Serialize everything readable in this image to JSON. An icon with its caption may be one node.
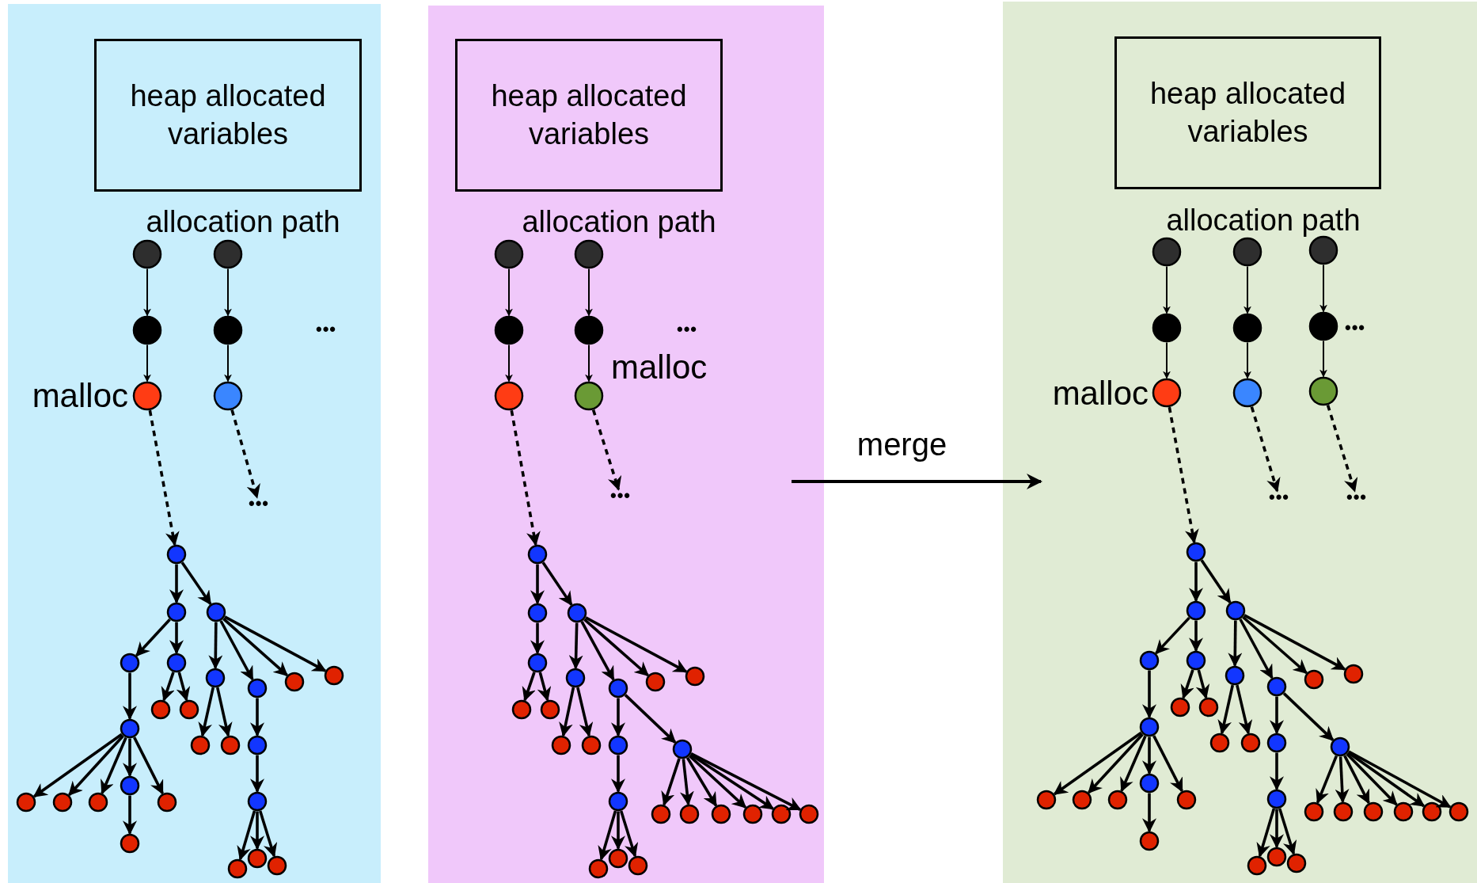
{
  "diagram": {
    "nodes": [
      {
        "text": [],
        "shape": "box"
      },
      {
        "text": [
          "heap allocated variables"
        ],
        "in": 0
      },
      {
        "text": [],
        "shape": "circle",
        "in": 0
      },
      {
        "text": [],
        "shape": "circle",
        "in": 0
      },
      {
        "text": [],
        "shape": "circle",
        "in": 0
      },
      {
        "text": [],
        "shape": "circle",
        "in": 0
      },
      {
        "text": [],
        "shape": "circle",
        "in": 0,
        "beside": [
          "malloc"
        ]
      },
      {
        "text": [],
        "shape": "circle",
        "in": 0
      },
      {
        "text": [
          "•••"
        ],
        "in": 0
      },
      {
        "text": [],
        "shape": "circle",
        "in": 0
      },
      {
        "text": [],
        "shape": "circle",
        "in": 0
      },
      {
        "text": [],
        "shape": "circle",
        "in": 0
      },
      {
        "text": [],
        "shape": "circle",
        "in": 0
      },
      {
        "text": [],
        "shape": "circle",
        "in": 0
      },
      {
        "text": [],
        "shape": "circle",
        "in": 0
      },
      {
        "text": [],
        "shape": "circle",
        "in": 0
      },
      {
        "text": [],
        "shape": "circle",
        "in": 0
      },
      {
        "text": [],
        "shape": "circle",
        "in": 0
      },
      {
        "text": [],
        "shape": "circle",
        "in": 0
      },
      {
        "text": [],
        "shape": "circle",
        "in": 0
      },
      {
        "text": [],
        "shape": "circle",
        "in": 0
      },
      {
        "text": [],
        "shape": "circle",
        "in": 0
      },
      {
        "text": [],
        "shape": "circle",
        "in": 0
      },
      {
        "text": [],
        "shape": "circle",
        "in": 0
      },
      {
        "text": [],
        "shape": "circle",
        "in": 0
      },
      {
        "text": [],
        "shape": "circle",
        "in": 0
      },
      {
        "text": [],
        "shape": "circle",
        "in": 0
      },
      {
        "text": [],
        "shape": "circle",
        "in": 0
      },
      {
        "text": [],
        "shape": "circle",
        "in": 0
      },
      {
        "text": [],
        "shape": "circle",
        "in": 0
      },
      {
        "text": [],
        "shape": "circle",
        "in": 0
      },
      {
        "text": [],
        "shape": "circle",
        "in": 0
      },
      {
        "text": [],
        "shape": "circle",
        "in": 0
      },
      {
        "text": [],
        "shape": "circle",
        "in": 0
      },
      {
        "text": [],
        "shape": "box"
      },
      {
        "text": [
          "heap allocated variables"
        ],
        "in": 34
      },
      {
        "text": [],
        "shape": "circle",
        "in": 34
      },
      {
        "text": [],
        "shape": "circle",
        "in": 34
      },
      {
        "text": [],
        "shape": "circle",
        "in": 34
      },
      {
        "text": [],
        "shape": "circle",
        "in": 34
      },
      {
        "text": [],
        "shape": "circle",
        "in": 34
      },
      {
        "text": [],
        "shape": "circle",
        "in": 34,
        "beside": [
          "malloc"
        ]
      },
      {
        "text": [
          "•••"
        ],
        "in": 34
      },
      {
        "text": [],
        "shape": "circle",
        "in": 34
      },
      {
        "text": [],
        "shape": "circle",
        "in": 34
      },
      {
        "text": [],
        "shape": "circle",
        "in": 34
      },
      {
        "text": [],
        "shape": "circle",
        "in": 34
      },
      {
        "text": [],
        "shape": "circle",
        "in": 34
      },
      {
        "text": [],
        "shape": "circle",
        "in": 34
      },
      {
        "text": [],
        "shape": "circle",
        "in": 34
      },
      {
        "text": [],
        "shape": "circle",
        "in": 34
      },
      {
        "text": [],
        "shape": "circle",
        "in": 34
      },
      {
        "text": [],
        "shape": "circle",
        "in": 34
      },
      {
        "text": [],
        "shape": "circle",
        "in": 34
      },
      {
        "text": [],
        "shape": "circle",
        "in": 34
      },
      {
        "text": [],
        "shape": "circle",
        "in": 34
      },
      {
        "text": [],
        "shape": "circle",
        "in": 34
      },
      {
        "text": [],
        "shape": "circle",
        "in": 34
      },
      {
        "text": [],
        "shape": "circle",
        "in": 34
      },
      {
        "text": [],
        "shape": "circle",
        "in": 34
      },
      {
        "text": [],
        "shape": "circle",
        "in": 34
      },
      {
        "text": [],
        "shape": "circle",
        "in": 34
      },
      {
        "text": [],
        "shape": "circle",
        "in": 34
      },
      {
        "text": [],
        "shape": "circle",
        "in": 34
      },
      {
        "text": [],
        "shape": "circle",
        "in": 34
      },
      {
        "text": [],
        "shape": "circle",
        "in": 34
      },
      {
        "text": [],
        "shape": "circle",
        "in": 34
      },
      {
        "text": [],
        "shape": "box"
      },
      {
        "text": [
          "heap allocated variables"
        ],
        "in": 67
      },
      {
        "text": [],
        "shape": "circle",
        "in": 67
      },
      {
        "text": [],
        "shape": "circle",
        "in": 67
      },
      {
        "text": [],
        "shape": "circle",
        "in": 67
      },
      {
        "text": [],
        "shape": "circle",
        "in": 67
      },
      {
        "text": [],
        "shape": "circle",
        "in": 67
      },
      {
        "text": [],
        "shape": "circle",
        "in": 67
      },
      {
        "text": [],
        "shape": "circle",
        "in": 67,
        "beside": [
          "malloc"
        ]
      },
      {
        "text": [],
        "shape": "circle",
        "in": 67
      },
      {
        "text": [],
        "shape": "circle",
        "in": 67
      },
      {
        "text": [
          "•••"
        ],
        "in": 67
      },
      {
        "text": [
          "•••"
        ],
        "in": 67
      },
      {
        "text": [],
        "shape": "circle",
        "in": 67
      },
      {
        "text": [],
        "shape": "circle",
        "in": 67
      },
      {
        "text": [],
        "shape": "circle",
        "in": 67
      },
      {
        "text": [],
        "shape": "circle",
        "in": 67
      },
      {
        "text": [],
        "shape": "circle",
        "in": 67
      },
      {
        "text": [],
        "shape": "circle",
        "in": 67
      },
      {
        "text": [],
        "shape": "circle",
        "in": 67
      },
      {
        "text": [],
        "shape": "circle",
        "in": 67
      },
      {
        "text": [],
        "shape": "circle",
        "in": 67
      },
      {
        "text": [],
        "shape": "circle",
        "in": 67
      },
      {
        "text": [],
        "shape": "circle",
        "in": 67
      },
      {
        "text": [],
        "shape": "circle",
        "in": 67
      },
      {
        "text": [],
        "shape": "circle",
        "in": 67
      },
      {
        "text": [],
        "shape": "circle",
        "in": 67
      },
      {
        "text": [],
        "shape": "circle",
        "in": 67
      },
      {
        "text": [],
        "shape": "circle",
        "in": 67
      },
      {
        "text": [],
        "shape": "circle",
        "in": 67
      },
      {
        "text": [],
        "shape": "circle",
        "in": 67
      },
      {
        "text": [],
        "shape": "circle",
        "in": 67
      },
      {
        "text": [],
        "shape": "circle",
        "in": 67
      },
      {
        "text": [],
        "shape": "circle",
        "in": 67
      },
      {
        "text": [],
        "shape": "circle",
        "in": 67
      },
      {
        "text": [],
        "shape": "circle",
        "in": 67
      },
      {
        "text": [],
        "shape": "circle",
        "in": 67
      },
      {
        "text": [],
        "shape": "circle",
        "in": 67
      },
      {
        "text": [],
        "shape": "circle",
        "in": 67
      },
      {
        "text": [],
        "shape": "circle",
        "in": 67
      },
      {
        "text": [],
        "shape": "circle",
        "in": 67
      },
      {
        "text": [],
        "shape": "circle",
        "in": 67
      },
      {
        "text": [],
        "shape": "circle",
        "in": 67
      },
      {
        "text": [],
        "shape": "circle",
        "in": 67
      },
      {
        "text": [],
        "shape": "circle",
        "in": 67
      }
    ],
    "edges": [
      {
        "from": 2,
        "to": 4,
        "arrow": "to"
      },
      {
        "from": 3,
        "to": 5,
        "arrow": "to"
      },
      {
        "from": 4,
        "to": 6,
        "arrow": "to"
      },
      {
        "from": 5,
        "to": 7,
        "arrow": "to"
      },
      {
        "from": 6,
        "to": 9,
        "arrow": "to",
        "style": "dashed"
      },
      {
        "from": 7,
        "to": 8,
        "arrow": "to",
        "style": "dashed"
      },
      {
        "from": 9,
        "to": 10,
        "arrow": "to"
      },
      {
        "from": 9,
        "to": 11,
        "arrow": "to"
      },
      {
        "from": 10,
        "to": 12,
        "arrow": "to"
      },
      {
        "from": 10,
        "to": 13,
        "arrow": "to"
      },
      {
        "from": 11,
        "to": 14,
        "arrow": "to"
      },
      {
        "from": 11,
        "to": 15,
        "arrow": "to"
      },
      {
        "from": 11,
        "to": 16,
        "arrow": "to"
      },
      {
        "from": 11,
        "to": 17,
        "arrow": "to"
      },
      {
        "from": 13,
        "to": 18,
        "arrow": "to"
      },
      {
        "from": 13,
        "to": 19,
        "arrow": "to"
      },
      {
        "from": 12,
        "to": 20,
        "arrow": "to"
      },
      {
        "from": 14,
        "to": 21,
        "arrow": "to"
      },
      {
        "from": 14,
        "to": 22,
        "arrow": "to"
      },
      {
        "from": 15,
        "to": 23,
        "arrow": "to"
      },
      {
        "from": 20,
        "to": 24,
        "arrow": "to"
      },
      {
        "from": 20,
        "to": 25,
        "arrow": "to"
      },
      {
        "from": 20,
        "to": 26,
        "arrow": "to"
      },
      {
        "from": 20,
        "to": 27,
        "arrow": "to"
      },
      {
        "from": 20,
        "to": 28,
        "arrow": "to"
      },
      {
        "from": 23,
        "to": 29,
        "arrow": "to"
      },
      {
        "from": 27,
        "to": 30,
        "arrow": "to"
      },
      {
        "from": 29,
        "to": 31,
        "arrow": "to"
      },
      {
        "from": 29,
        "to": 32,
        "arrow": "to"
      },
      {
        "from": 29,
        "to": 33,
        "arrow": "to"
      },
      {
        "from": 36,
        "to": 38,
        "arrow": "to"
      },
      {
        "from": 37,
        "to": 39,
        "arrow": "to"
      },
      {
        "from": 38,
        "to": 40,
        "arrow": "to"
      },
      {
        "from": 39,
        "to": 41,
        "arrow": "to"
      },
      {
        "from": 40,
        "to": 43,
        "arrow": "to",
        "style": "dashed"
      },
      {
        "from": 41,
        "to": 42,
        "arrow": "to",
        "style": "dashed"
      },
      {
        "from": 43,
        "to": 44,
        "arrow": "to"
      },
      {
        "from": 43,
        "to": 45,
        "arrow": "to"
      },
      {
        "from": 44,
        "to": 46,
        "arrow": "to"
      },
      {
        "from": 45,
        "to": 47,
        "arrow": "to"
      },
      {
        "from": 45,
        "to": 48,
        "arrow": "to"
      },
      {
        "from": 45,
        "to": 49,
        "arrow": "to"
      },
      {
        "from": 45,
        "to": 50,
        "arrow": "to"
      },
      {
        "from": 46,
        "to": 51,
        "arrow": "to"
      },
      {
        "from": 46,
        "to": 52,
        "arrow": "to"
      },
      {
        "from": 47,
        "to": 53,
        "arrow": "to"
      },
      {
        "from": 47,
        "to": 54,
        "arrow": "to"
      },
      {
        "from": 48,
        "to": 55,
        "arrow": "to"
      },
      {
        "from": 48,
        "to": 56,
        "arrow": "to"
      },
      {
        "from": 55,
        "to": 57,
        "arrow": "to"
      },
      {
        "from": 56,
        "to": 58,
        "arrow": "to"
      },
      {
        "from": 56,
        "to": 59,
        "arrow": "to"
      },
      {
        "from": 56,
        "to": 60,
        "arrow": "to"
      },
      {
        "from": 56,
        "to": 61,
        "arrow": "to"
      },
      {
        "from": 56,
        "to": 62,
        "arrow": "to"
      },
      {
        "from": 56,
        "to": 63,
        "arrow": "to"
      },
      {
        "from": 57,
        "to": 64,
        "arrow": "to"
      },
      {
        "from": 57,
        "to": 65,
        "arrow": "to"
      },
      {
        "from": 57,
        "to": 66,
        "arrow": "to"
      },
      {
        "from": 34,
        "to": 67,
        "arrow": "to",
        "label": "merge"
      },
      {
        "from": 69,
        "to": 72,
        "arrow": "to"
      },
      {
        "from": 70,
        "to": 73,
        "arrow": "to"
      },
      {
        "from": 71,
        "to": 74,
        "arrow": "to"
      },
      {
        "from": 72,
        "to": 75,
        "arrow": "to"
      },
      {
        "from": 73,
        "to": 76,
        "arrow": "to"
      },
      {
        "from": 74,
        "to": 77,
        "arrow": "to"
      },
      {
        "from": 75,
        "to": 80,
        "arrow": "to",
        "style": "dashed"
      },
      {
        "from": 76,
        "to": 78,
        "arrow": "to",
        "style": "dashed"
      },
      {
        "from": 77,
        "to": 79,
        "arrow": "to",
        "style": "dashed"
      },
      {
        "from": 80,
        "to": 81,
        "arrow": "to"
      },
      {
        "from": 80,
        "to": 82,
        "arrow": "to"
      },
      {
        "from": 81,
        "to": 83,
        "arrow": "to"
      },
      {
        "from": 81,
        "to": 84,
        "arrow": "to"
      },
      {
        "from": 82,
        "to": 85,
        "arrow": "to"
      },
      {
        "from": 82,
        "to": 86,
        "arrow": "to"
      },
      {
        "from": 82,
        "to": 87,
        "arrow": "to"
      },
      {
        "from": 82,
        "to": 88,
        "arrow": "to"
      },
      {
        "from": 84,
        "to": 89,
        "arrow": "to"
      },
      {
        "from": 84,
        "to": 90,
        "arrow": "to"
      },
      {
        "from": 83,
        "to": 91,
        "arrow": "to"
      },
      {
        "from": 85,
        "to": 92,
        "arrow": "to"
      },
      {
        "from": 85,
        "to": 93,
        "arrow": "to"
      },
      {
        "from": 86,
        "to": 94,
        "arrow": "to"
      },
      {
        "from": 86,
        "to": 95,
        "arrow": "to"
      },
      {
        "from": 91,
        "to": 96,
        "arrow": "to"
      },
      {
        "from": 91,
        "to": 97,
        "arrow": "to"
      },
      {
        "from": 91,
        "to": 98,
        "arrow": "to"
      },
      {
        "from": 91,
        "to": 99,
        "arrow": "to"
      },
      {
        "from": 91,
        "to": 100,
        "arrow": "to"
      },
      {
        "from": 94,
        "to": 101,
        "arrow": "to"
      },
      {
        "from": 95,
        "to": 102,
        "arrow": "to"
      },
      {
        "from": 95,
        "to": 103,
        "arrow": "to"
      },
      {
        "from": 95,
        "to": 104,
        "arrow": "to"
      },
      {
        "from": 95,
        "to": 105,
        "arrow": "to"
      },
      {
        "from": 95,
        "to": 106,
        "arrow": "to"
      },
      {
        "from": 95,
        "to": 107,
        "arrow": "to"
      },
      {
        "from": 99,
        "to": 108,
        "arrow": "to"
      },
      {
        "from": 101,
        "to": 109,
        "arrow": "to"
      },
      {
        "from": 101,
        "to": 110,
        "arrow": "to"
      },
      {
        "from": 101,
        "to": 111,
        "arrow": "to"
      }
    ],
    "labels": [
      "allocation path",
      "allocation path",
      "allocation path",
      "•••",
      "•••",
      "•••"
    ]
  }
}
